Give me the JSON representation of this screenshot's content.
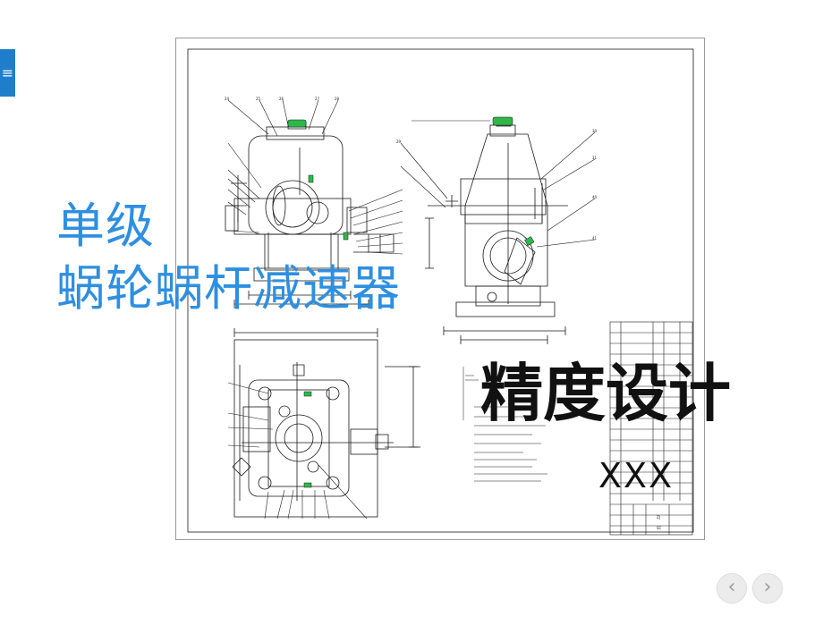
{
  "slide": {
    "title_line_1": "单级",
    "title_line_2": "蜗轮蜗杆减速器",
    "subtitle": "精度设计",
    "author": "XXX"
  },
  "edge_tab": {
    "icon": "menu-icon",
    "glyph": "≡"
  },
  "navigation": {
    "prev_icon": "chevron-left-icon",
    "prev_glyph": "‹",
    "next_icon": "chevron-right-icon",
    "next_glyph": "›"
  },
  "colors": {
    "title": "#2e8fe0",
    "subtitle": "#111111",
    "edge_tab": "#1f7ecb",
    "drawing_lines": "#1a1a1a",
    "highlight_green": "#2db84a",
    "nav_button": "#ececec"
  }
}
